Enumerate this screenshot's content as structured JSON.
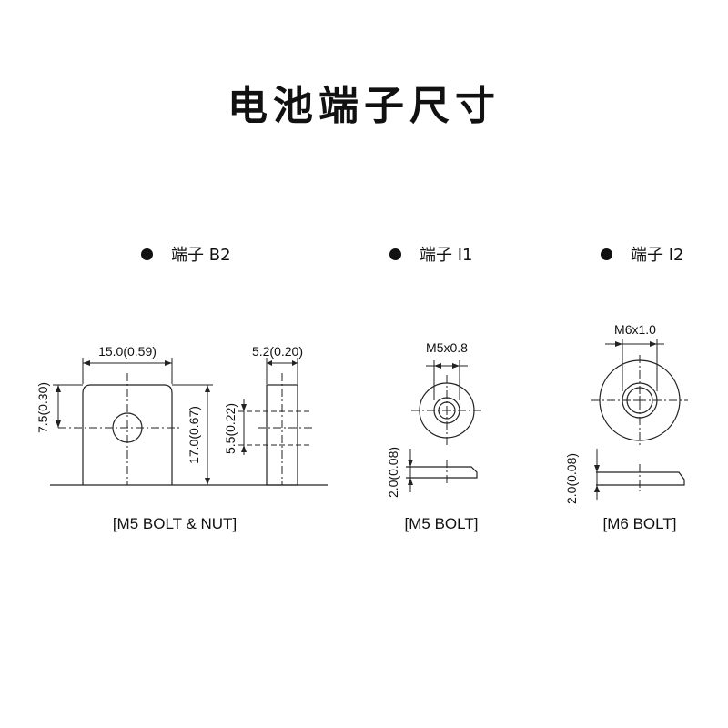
{
  "title": "电池端子尺寸",
  "terminals": [
    {
      "heading": "端子 B2",
      "caption": "[M5 BOLT & NUT]",
      "dims": {
        "width": "15.0(0.59)",
        "half_height": "7.5(0.30)",
        "height": "17.0(0.67)",
        "thickness": "5.2(0.20)",
        "hole": "5.5(0.22)"
      }
    },
    {
      "heading": "端子 I1",
      "caption": "[M5 BOLT]",
      "dims": {
        "thread": "M5x0.8",
        "thickness": "2.0(0.08)"
      }
    },
    {
      "heading": "端子 I2",
      "caption": "[M6 BOLT]",
      "dims": {
        "thread": "M6x1.0",
        "thickness": "2.0(0.08)"
      }
    }
  ]
}
